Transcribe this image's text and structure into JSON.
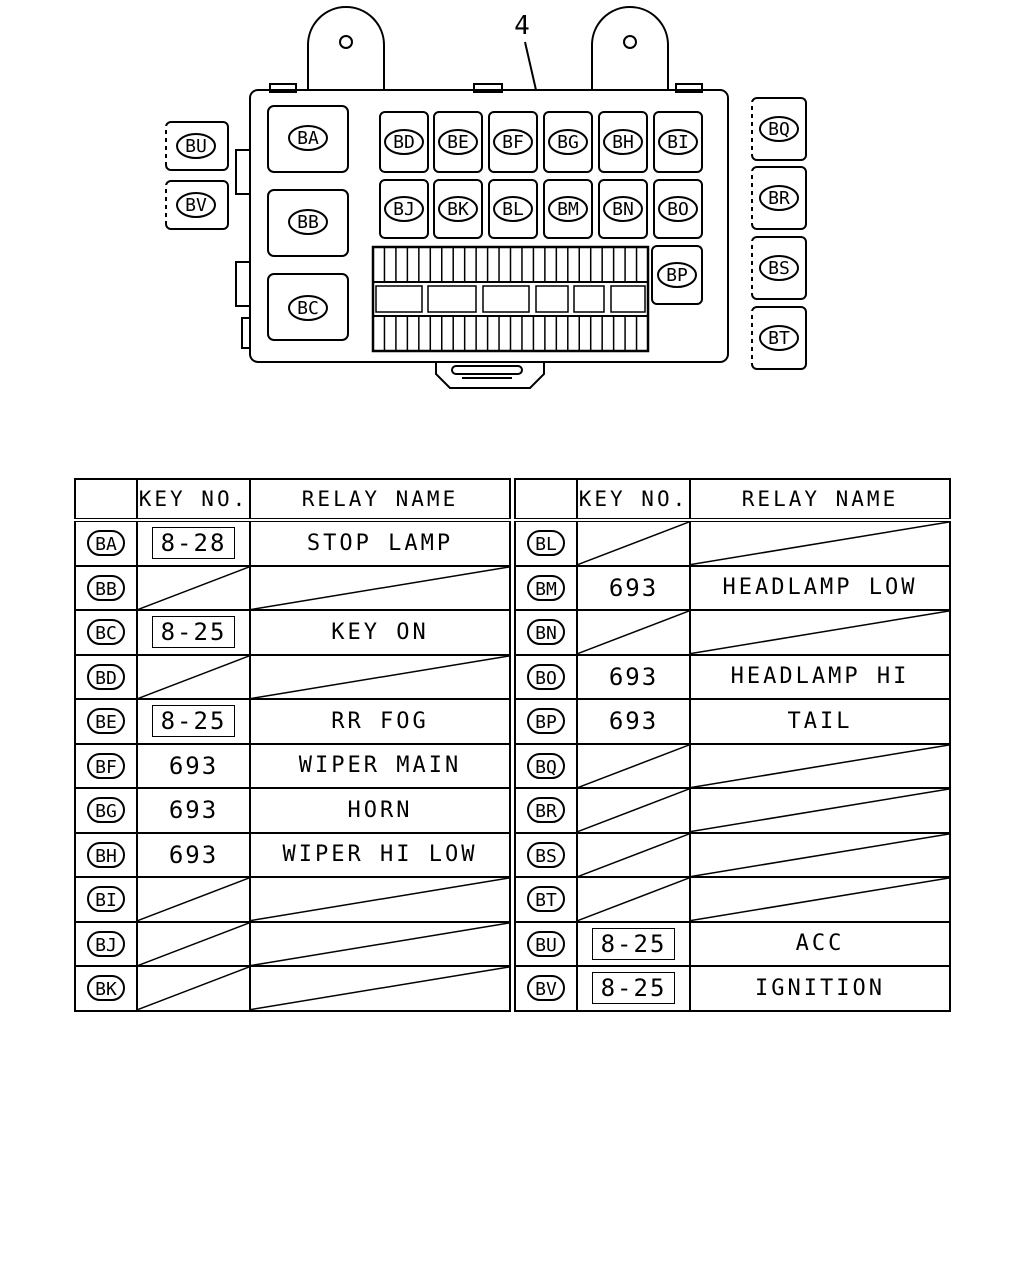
{
  "diagram": {
    "callout": "4",
    "main_codes": [
      "BA",
      "BB",
      "BC"
    ],
    "row1_codes": [
      "BD",
      "BE",
      "BF",
      "BG",
      "BH",
      "BI"
    ],
    "row2_codes": [
      "BJ",
      "BK",
      "BL",
      "BM",
      "BN",
      "BO"
    ],
    "side_code": "BP",
    "left_codes": [
      "BU",
      "BV"
    ],
    "right_codes": [
      "BQ",
      "BR",
      "BS",
      "BT"
    ]
  },
  "table_left": {
    "header": {
      "key_no": "KEY NO.",
      "relay_name": "RELAY NAME"
    },
    "rows": [
      {
        "code": "BA",
        "key": "8-28",
        "relay": "STOP LAMP"
      },
      {
        "code": "BB",
        "key": "",
        "relay": ""
      },
      {
        "code": "BC",
        "key": "8-25",
        "relay": "KEY ON"
      },
      {
        "code": "BD",
        "key": "",
        "relay": ""
      },
      {
        "code": "BE",
        "key": "8-25",
        "relay": "RR FOG"
      },
      {
        "code": "BF",
        "key": "693",
        "relay": "WIPER MAIN"
      },
      {
        "code": "BG",
        "key": "693",
        "relay": "HORN"
      },
      {
        "code": "BH",
        "key": "693",
        "relay": "WIPER HI LOW"
      },
      {
        "code": "BI",
        "key": "",
        "relay": ""
      },
      {
        "code": "BJ",
        "key": "",
        "relay": ""
      },
      {
        "code": "BK",
        "key": "",
        "relay": ""
      }
    ]
  },
  "table_right": {
    "header": {
      "key_no": "KEY NO.",
      "relay_name": "RELAY NAME"
    },
    "rows": [
      {
        "code": "BL",
        "key": "",
        "relay": ""
      },
      {
        "code": "BM",
        "key": "693",
        "relay": "HEADLAMP LOW"
      },
      {
        "code": "BN",
        "key": "",
        "relay": ""
      },
      {
        "code": "BO",
        "key": "693",
        "relay": "HEADLAMP HI"
      },
      {
        "code": "BP",
        "key": "693",
        "relay": "TAIL"
      },
      {
        "code": "BQ",
        "key": "",
        "relay": ""
      },
      {
        "code": "BR",
        "key": "",
        "relay": ""
      },
      {
        "code": "BS",
        "key": "",
        "relay": ""
      },
      {
        "code": "BT",
        "key": "",
        "relay": ""
      },
      {
        "code": "BU",
        "key": "8-25",
        "relay": "ACC"
      },
      {
        "code": "BV",
        "key": "8-25",
        "relay": "IGNITION"
      }
    ]
  }
}
